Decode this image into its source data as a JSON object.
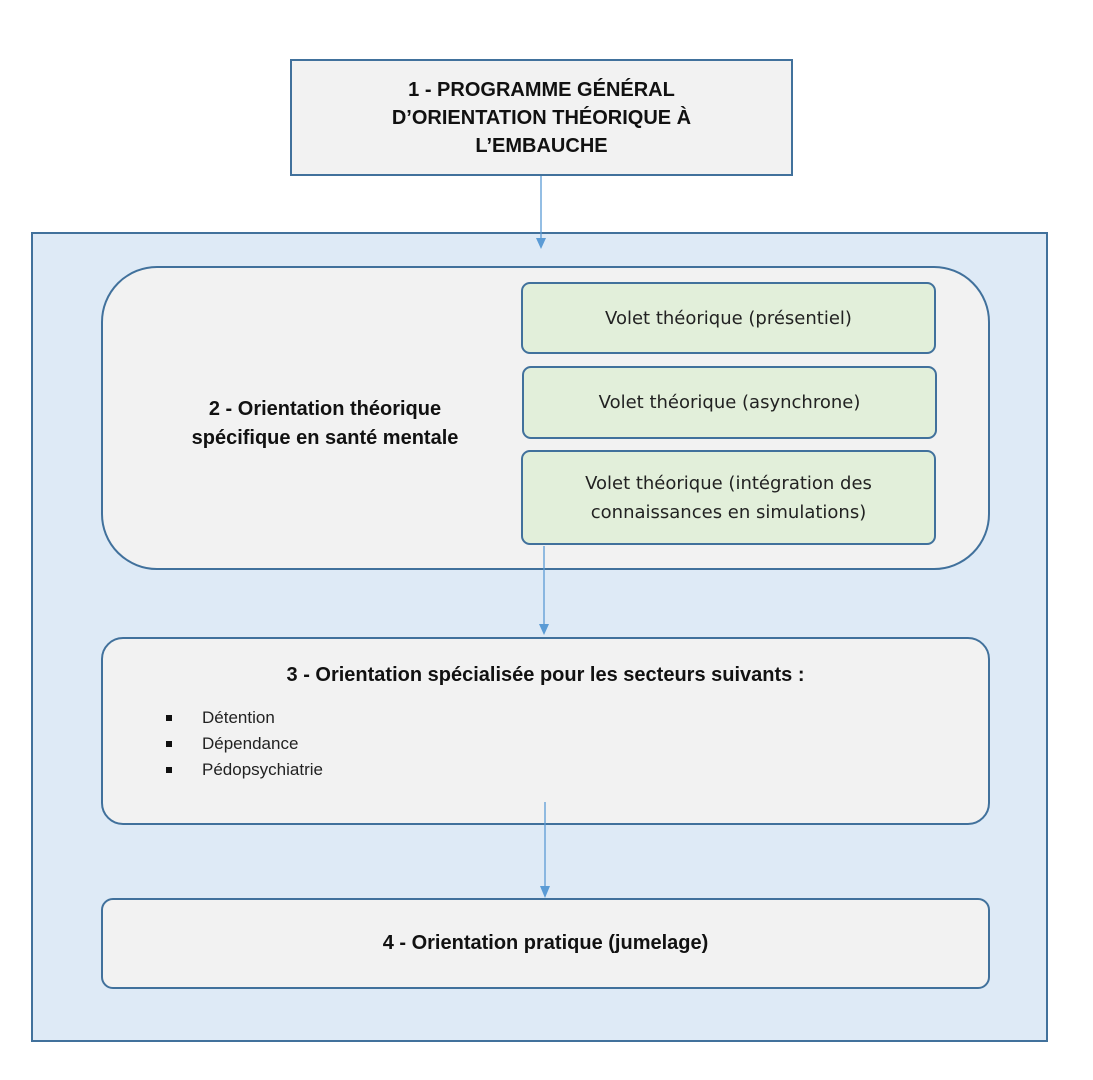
{
  "box1": {
    "line1": "1 - PROGRAMME GÉNÉRAL",
    "line2": "D’ORIENTATION THÉORIQUE À",
    "line3": "L’EMBAUCHE"
  },
  "section2": {
    "title_line1": "2 - Orientation théorique",
    "title_line2": "spécifique en santé mentale",
    "volets": [
      {
        "line1": "Volet théorique (présentiel)"
      },
      {
        "line1": "Volet théorique (asynchrone)"
      },
      {
        "line1": "Volet théorique (intégration des",
        "line2": "connaissances en simulations)"
      }
    ]
  },
  "section3": {
    "title": "3 - Orientation spécialisée pour les secteurs suivants :",
    "sectors": [
      "Détention",
      "Dépendance",
      "Pédopsychiatrie"
    ]
  },
  "section4": {
    "title": "4 - Orientation pratique (jumelage)"
  },
  "colors": {
    "border": "#41719c",
    "box_fill": "#f2f2f2",
    "panel_fill": "#deeaf6",
    "volet_fill": "#e2efda",
    "arrow": "#5b9bd5"
  }
}
